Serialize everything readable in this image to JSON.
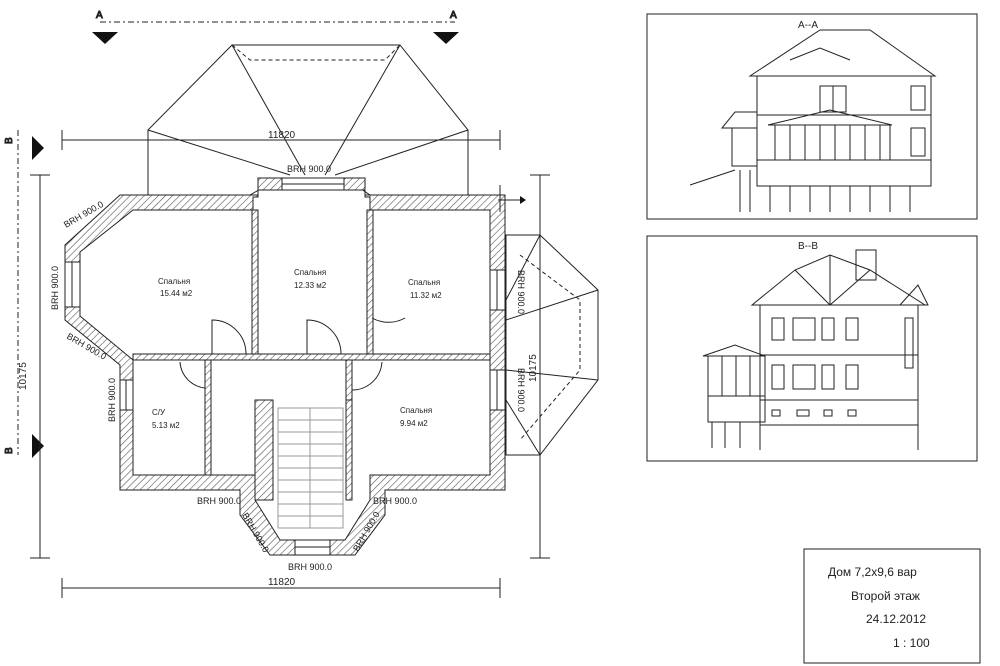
{
  "plan": {
    "overall_width_top": "11820",
    "overall_width_bottom": "11820",
    "overall_height_left": "10175",
    "overall_height_right": "10175",
    "section_mark": "А",
    "section_mark_side": "В",
    "rooms": [
      {
        "name": "Спальня",
        "area": "15.44 м2"
      },
      {
        "name": "Спальня",
        "area": "12.33 м2"
      },
      {
        "name": "Спальня",
        "area": "11.32 м2"
      },
      {
        "name": "С/У",
        "area": "5.13 м2"
      },
      {
        "name": "Спальня",
        "area": "9.94 м2"
      }
    ],
    "window_tags": {
      "top_center": "BRH 900.0",
      "left_upper_diag": "BRH 900.0",
      "left_vertical": "BRH 900.0",
      "left_lower_diag": "BRH 900.0",
      "left_bathroom": "BRH 900.0",
      "right_upper": "BRH 900.0",
      "right_lower": "BRH 900.0",
      "bottom_left": "BRH 900.0",
      "bottom_right": "BRH 900.0",
      "bay_left": "BRH 900.0",
      "bay_right": "BRH 900.0",
      "bay_bottom": "BRH 900.0"
    }
  },
  "elevations": {
    "section_a_title": "А--А",
    "section_b_title": "В--В"
  },
  "title_block": {
    "name": "Дом 7,2х9,6  вар",
    "floor": "Второй этаж",
    "date": "24.12.2012",
    "scale": "1 : 100"
  },
  "colors": {
    "line": "#222222",
    "hatch": "#555555",
    "wall_fill": "#ffffff"
  }
}
